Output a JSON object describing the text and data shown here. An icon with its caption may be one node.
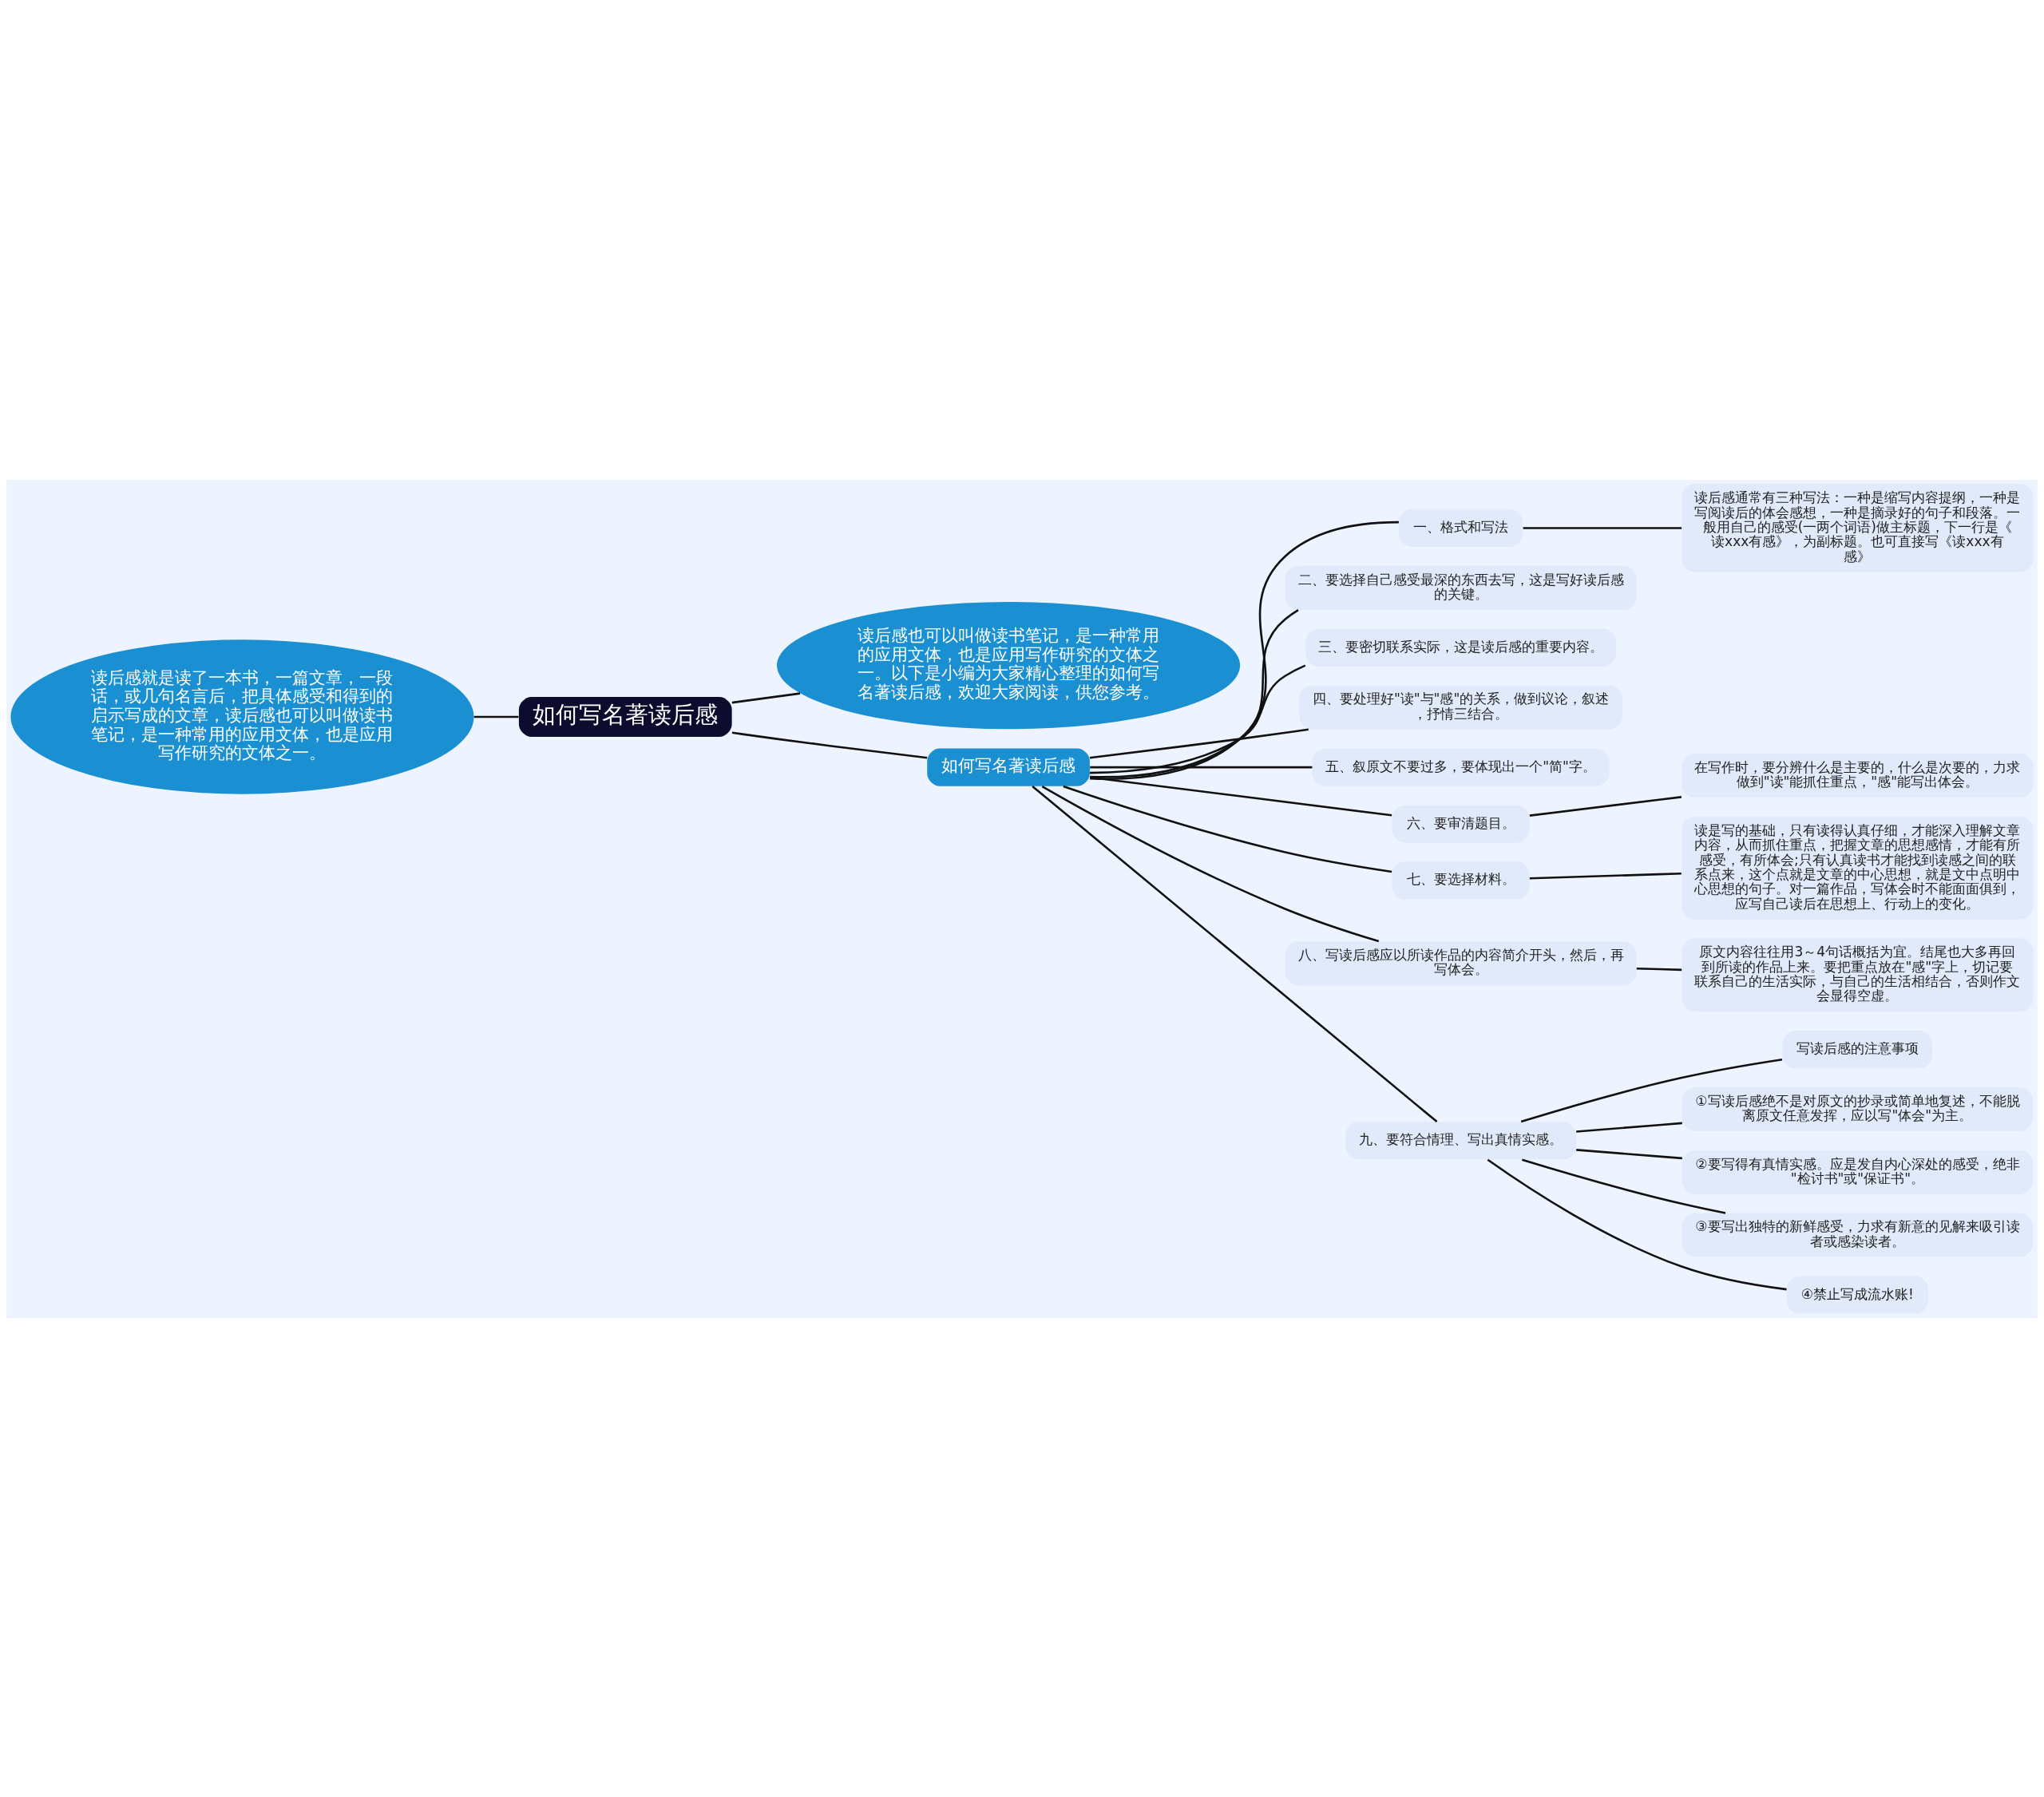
{
  "diagram": {
    "nodes": [
      {
        "text": [
          "如何写名著读后感"
        ]
      },
      {
        "text": [
          "读后感就是读了一本书，一篇文章，一段话，或几句名言后，把具体感受和得到的启示写成的文章，读后感也可以叫做读书笔记，是一种常用的应用文体，也是应用写作研究的文体之一。"
        ]
      },
      {
        "text": [
          "读后感也可以叫做读书笔记，是一种常用的应用文体，也是应用写作研究的文体之一。以下是小编为大家精心整理的如何写名著读后感，欢迎大家阅读，供您参考。"
        ]
      },
      {
        "text": [
          "如何写名著读后感"
        ]
      },
      {
        "text": [
          "一、格式和写法"
        ]
      },
      {
        "text": [
          "读后感通常有三种写法：一种是缩写内容提纲，一种是写阅读后的体会感想，一种是摘录好的句子和段落。一般用自己的感受(一两个词语)做主标题，下一行是《读xxx有感》，为副标题。也可直接写《读xxx有感》"
        ]
      },
      {
        "text": [
          "二、要选择自己感受最深的东西去写，这是写好读后感的关键。"
        ]
      },
      {
        "text": [
          "三、要密切联系实际，这是读后感的重要内容。"
        ]
      },
      {
        "text": [
          "四、要处理好\"读\"与\"感\"的关系，做到议论，叙述，抒情三结合。"
        ]
      },
      {
        "text": [
          "五、叙原文不要过多，要体现出一个\"简\"字。"
        ]
      },
      {
        "text": [
          "六、要审清题目。"
        ]
      },
      {
        "text": [
          "在写作时，要分辨什么是主要的，什么是次要的，力求做到\"读\"能抓住重点，\"感\"能写出体会。"
        ]
      },
      {
        "text": [
          "七、要选择材料。"
        ]
      },
      {
        "text": [
          "读是写的基础，只有读得认真仔细，才能深入理解文章内容，从而抓住重点，把握文章的思想感情，才能有所感受，有所体会;只有认真读书才能找到读感之间的联系点来，这个点就是文章的中心思想，就是文中点明中心思想的句子。对一篇作品，写体会时不能面面俱到，应写自己读后在思想上、行动上的变化。"
        ]
      },
      {
        "text": [
          "八、写读后感应以所读作品的内容简介开头，然后，再写体会。"
        ]
      },
      {
        "text": [
          "原文内容往往用3～4句话概括为宜。结尾也大多再回到所读的作品上来。要把重点放在\"感\"字上，切记要联系自己的生活实际，与自己的生活相结合，否则作文会显得空虚。"
        ]
      },
      {
        "text": [
          "九、要符合情理、写出真情实感。"
        ]
      },
      {
        "text": [
          "写读后感的注意事项"
        ]
      },
      {
        "text": [
          "①写读后感绝不是对原文的抄录或简单地复述，不能脱离原文任意发挥，应以写\"体会\"为主。"
        ]
      },
      {
        "text": [
          "②要写得有真情实感。应是发自内心深处的感受，绝非\"检讨书\"或\"保证书\"。"
        ]
      },
      {
        "text": [
          "③要写出独特的新鲜感受，力求有新意的见解来吸引读者或感染读者。"
        ]
      },
      {
        "text": [
          "④禁止写成流水账!"
        ]
      }
    ],
    "edges": [
      {
        "from": 1,
        "to": 0,
        "arrow": "none"
      },
      {
        "from": 0,
        "to": 2,
        "arrow": "none"
      },
      {
        "from": 0,
        "to": 3,
        "arrow": "none"
      },
      {
        "from": 3,
        "to": 4,
        "arrow": "none"
      },
      {
        "from": 4,
        "to": 5,
        "arrow": "none"
      },
      {
        "from": 3,
        "to": 6,
        "arrow": "none"
      },
      {
        "from": 3,
        "to": 7,
        "arrow": "none"
      },
      {
        "from": 3,
        "to": 8,
        "arrow": "none"
      },
      {
        "from": 3,
        "to": 9,
        "arrow": "none"
      },
      {
        "from": 3,
        "to": 10,
        "arrow": "none"
      },
      {
        "from": 10,
        "to": 11,
        "arrow": "none"
      },
      {
        "from": 3,
        "to": 12,
        "arrow": "none"
      },
      {
        "from": 12,
        "to": 13,
        "arrow": "none"
      },
      {
        "from": 3,
        "to": 14,
        "arrow": "none"
      },
      {
        "from": 14,
        "to": 15,
        "arrow": "none"
      },
      {
        "from": 3,
        "to": 16,
        "arrow": "none"
      },
      {
        "from": 16,
        "to": 17,
        "arrow": "none"
      },
      {
        "from": 16,
        "to": 18,
        "arrow": "none"
      },
      {
        "from": 16,
        "to": 19,
        "arrow": "none"
      },
      {
        "from": 16,
        "to": 20,
        "arrow": "none"
      },
      {
        "from": 16,
        "to": 21,
        "arrow": "none"
      }
    ]
  }
}
